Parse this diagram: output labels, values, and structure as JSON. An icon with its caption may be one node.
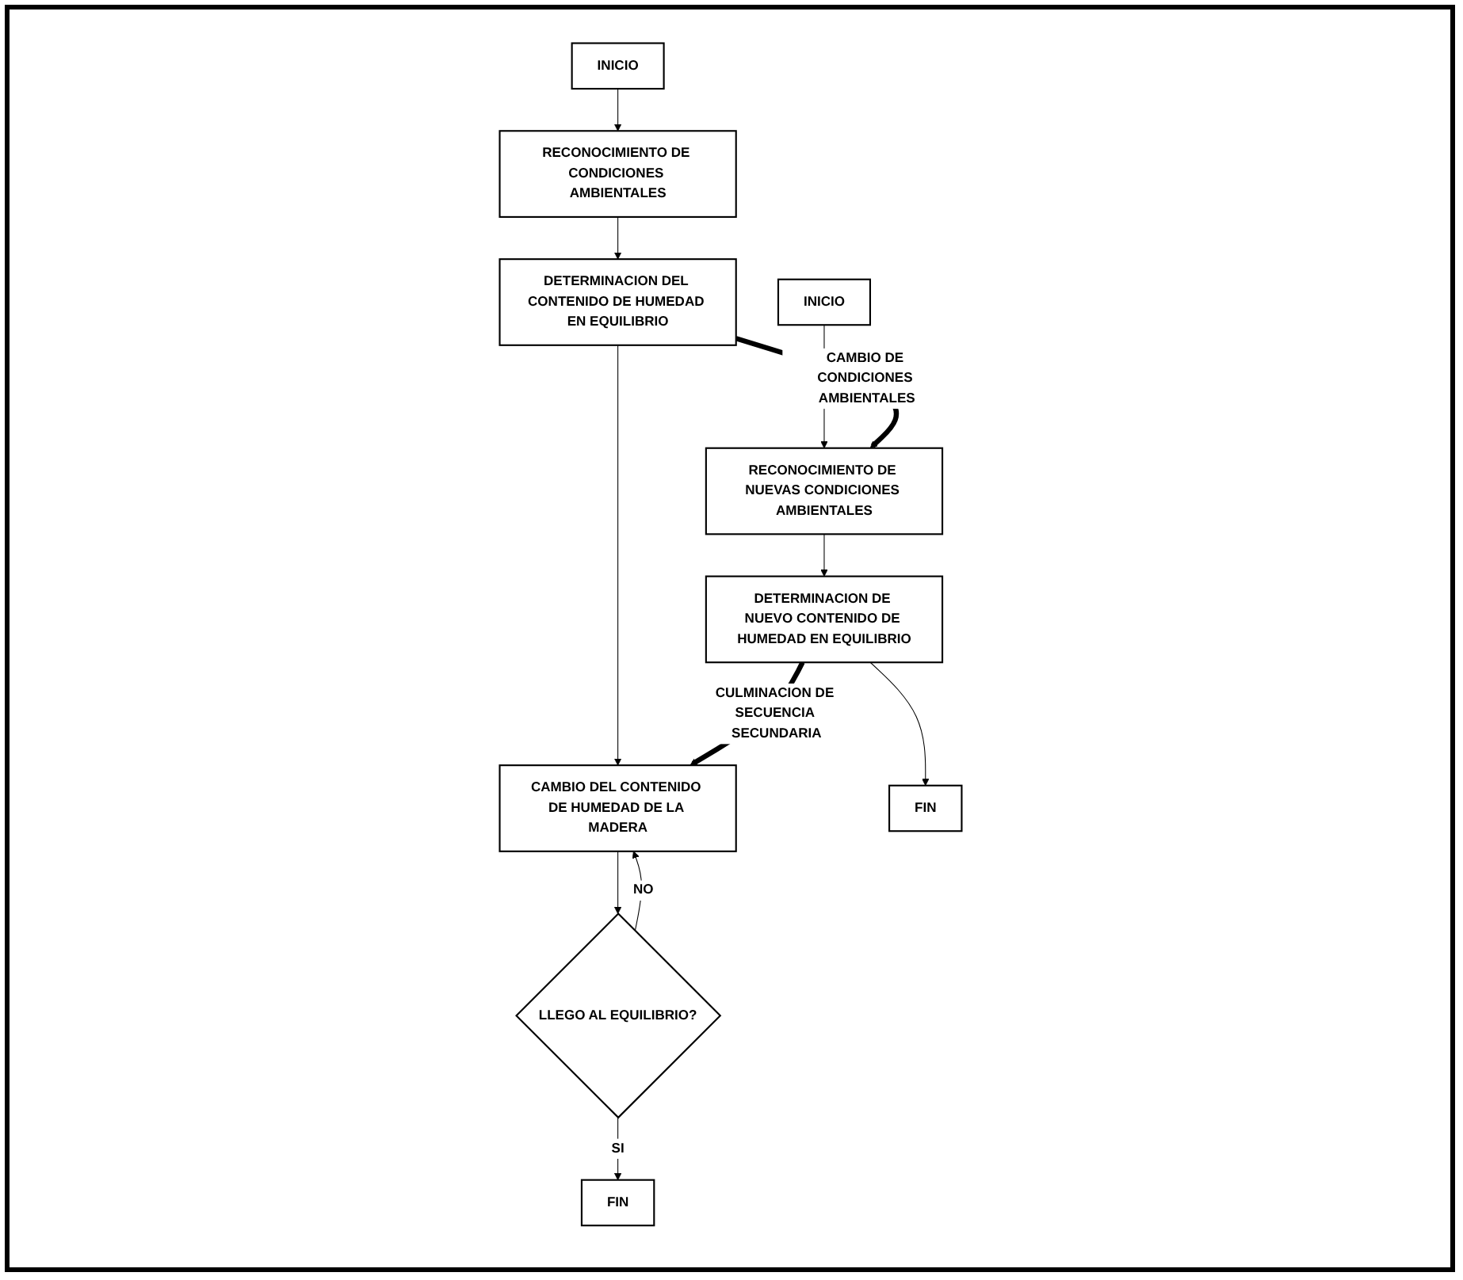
{
  "diagram": {
    "nodes": [
      {
        "text": [
          "INICIO"
        ]
      },
      {
        "text": [
          "RECONOCIMIENTO DE CONDICIONES AMBIENTALES"
        ]
      },
      {
        "text": [
          "DETERMINACION DEL CONTENIDO DE HUMEDAD EN EQUILIBRIO"
        ]
      },
      {
        "text": [
          "CAMBIO DEL CONTENIDO DE HUMEDAD DE LA MADERA"
        ]
      },
      {
        "text": [
          "LLEGO AL EQUILIBRIO?"
        ]
      },
      {
        "text": [
          "FIN"
        ]
      },
      {
        "text": [
          "INICIO"
        ]
      },
      {
        "text": [
          "RECONOCIMIENTO DE NUEVAS CONDICIONES AMBIENTALES"
        ]
      },
      {
        "text": [
          "DETERMINACION DE NUEVO CONTENIDO DE HUMEDAD EN EQUILIBRIO"
        ]
      },
      {
        "text": [
          "FIN"
        ]
      }
    ],
    "edges": [
      {
        "from": 0,
        "to": 1,
        "arrow": "to"
      },
      {
        "from": 1,
        "to": 2,
        "arrow": "to"
      },
      {
        "from": 2,
        "to": 3,
        "arrow": "to"
      },
      {
        "from": 3,
        "to": 4,
        "arrow": "to"
      },
      {
        "from": 4,
        "to": 3,
        "arrow": "to",
        "label": "NO"
      },
      {
        "from": 4,
        "to": 5,
        "arrow": "to",
        "label": "SI"
      },
      {
        "from": 6,
        "to": 7,
        "arrow": "to"
      },
      {
        "from": 7,
        "to": 8,
        "arrow": "to"
      },
      {
        "from": 8,
        "to": 9,
        "arrow": "to"
      },
      {
        "from": 2,
        "to": 7,
        "arrow": "to",
        "label": "CAMBIO DE CONDICIONES AMBIENTALES",
        "style": "thick"
      },
      {
        "from": 8,
        "to": 3,
        "arrow": "to",
        "label": "CULMINACION DE SECUENCIA SECUNDARIA",
        "style": "thick"
      }
    ]
  }
}
